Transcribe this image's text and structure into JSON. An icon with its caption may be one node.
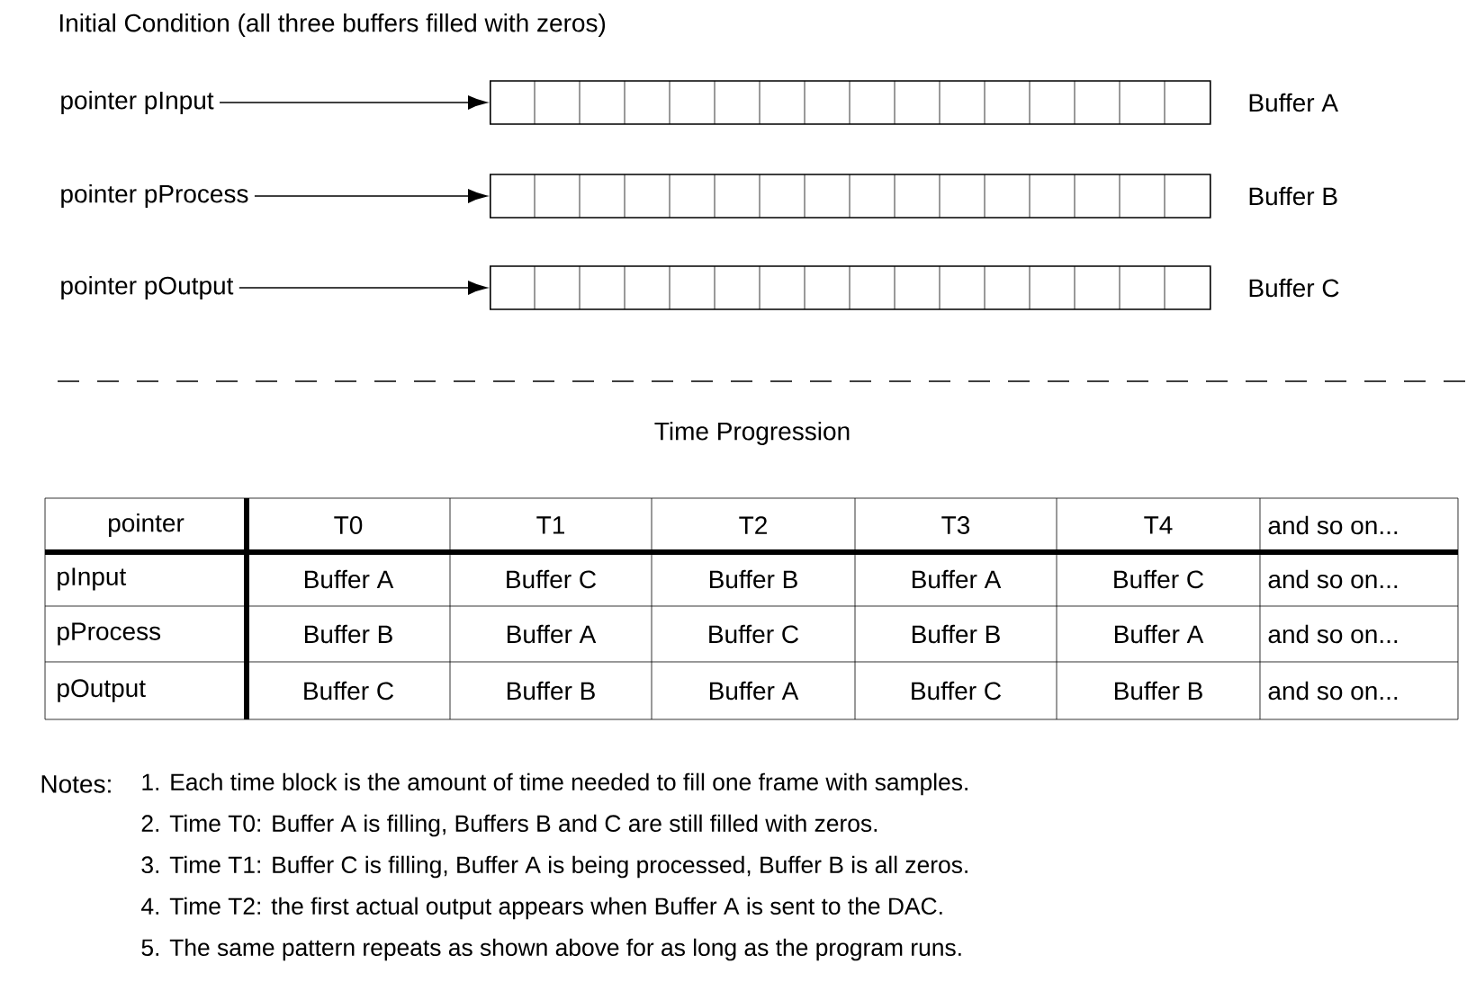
{
  "diagram": {
    "title": "Initial Condition (all three buffers filled with zeros)",
    "nodes": [
      {
        "text": [
          "pointer pInput"
        ]
      },
      {
        "text": [
          "pointer pProcess"
        ]
      },
      {
        "text": [
          "pointer pOutput"
        ]
      },
      {
        "text": [],
        "shape": "box",
        "beside": [
          "Buffer A"
        ]
      },
      {
        "text": [],
        "shape": "box",
        "beside": [
          "Buffer B"
        ]
      },
      {
        "text": [],
        "shape": "box",
        "beside": [
          "Buffer C"
        ]
      }
    ],
    "edges": [
      {
        "from": 0,
        "to": 3,
        "arrow": "to"
      },
      {
        "from": 1,
        "to": 4,
        "arrow": "to"
      },
      {
        "from": 2,
        "to": 5,
        "arrow": "to"
      }
    ],
    "labels": [
      "Time Progression",
      "pointer",
      "T0",
      "T1",
      "T2",
      "T3",
      "T4",
      "and so on...",
      "pInput",
      "Buffer A",
      "Buffer C",
      "Buffer B",
      "Buffer A",
      "Buffer C",
      "and so on...",
      "pProcess",
      "Buffer B",
      "Buffer A",
      "Buffer C",
      "Buffer B",
      "Buffer A",
      "and so on...",
      "pOutput",
      "Buffer C",
      "Buffer B",
      "Buffer A",
      "Buffer C",
      "Buffer B",
      "and so on...",
      "Notes:",
      "1. Each time block is the amount of time needed to fill one frame with samples.",
      "2. Time T0: Buffer A is filling, Buffers B and C are still filled with zeros.",
      "3. Time T1: Buffer C is filling, Buffer A is being processed, Buffer B is all zeros.",
      "4. Time T2: the first actual output appears when Buffer A is sent to the DAC.",
      "5. The same pattern repeats as shown above for as long as the program runs."
    ]
  }
}
